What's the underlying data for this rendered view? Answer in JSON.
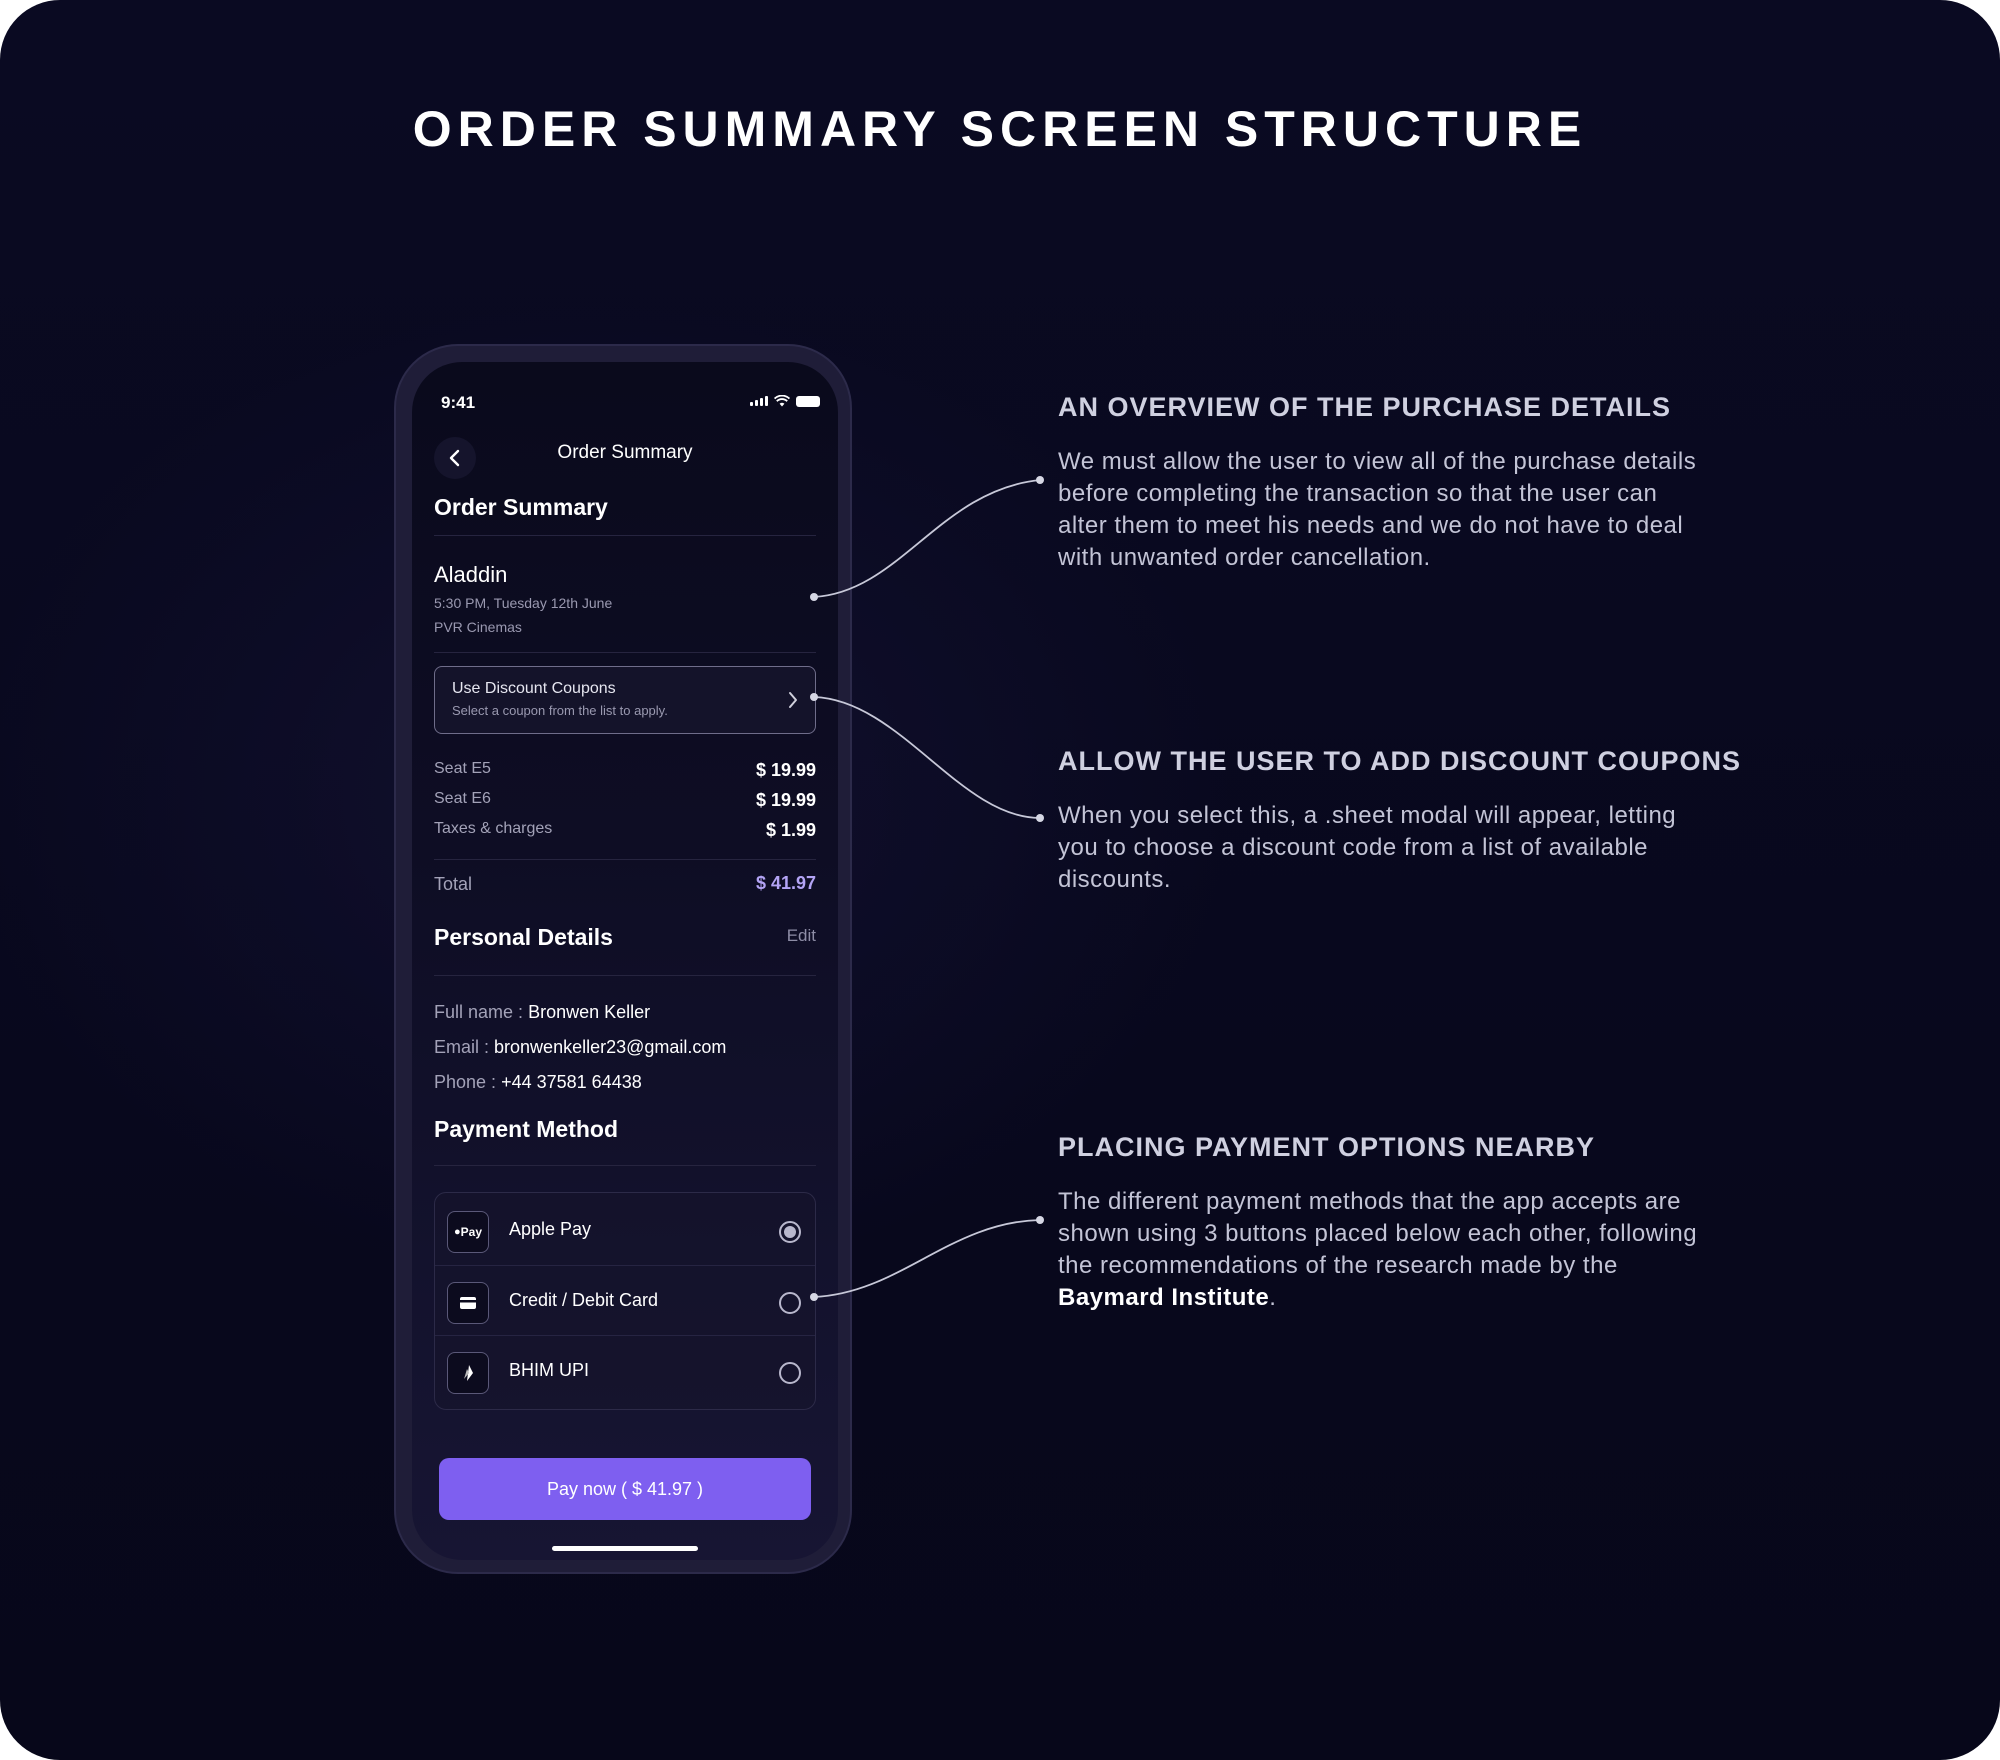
{
  "page": {
    "title": "ORDER SUMMARY SCREEN STRUCTURE"
  },
  "phone": {
    "status_bar": {
      "time": "9:41",
      "icons": [
        "signal-icon",
        "wifi-icon",
        "battery-icon"
      ]
    },
    "nav": {
      "back_icon": "chevron-left-icon",
      "title": "Order Summary"
    },
    "order": {
      "heading": "Order Summary",
      "movie_title": "Aladdin",
      "showtime": "5:30 PM, Tuesday 12th June",
      "venue": "PVR Cinemas"
    },
    "coupon": {
      "title": "Use Discount Coupons",
      "subtitle": "Select a coupon from the list to apply.",
      "icon": "chevron-right-icon"
    },
    "prices": {
      "items": [
        {
          "label": "Seat E5",
          "value": "$ 19.99"
        },
        {
          "label": "Seat E6",
          "value": "$ 19.99"
        },
        {
          "label": "Taxes & charges",
          "value": "$ 1.99"
        }
      ],
      "total_label": "Total",
      "total_value": "$ 41.97"
    },
    "personal": {
      "heading": "Personal Details",
      "edit_label": "Edit",
      "full_name_key": "Full name :",
      "full_name": "Bronwen Keller",
      "email_key": "Email :",
      "email": "bronwenkeller23@gmail.com",
      "phone_key": "Phone :",
      "phone": "+44 37581 64438"
    },
    "payment": {
      "heading": "Payment Method",
      "options": [
        {
          "label": "Apple Pay",
          "icon": "apple-pay-icon",
          "icon_text": "Pay",
          "selected": true
        },
        {
          "label": "Credit / Debit Card",
          "icon": "credit-card-icon",
          "selected": false
        },
        {
          "label": "BHIM UPI",
          "icon": "bhim-upi-icon",
          "selected": false
        }
      ],
      "pay_button": "Pay now ( $ 41.97 )"
    }
  },
  "annotations": [
    {
      "title": "AN OVERVIEW OF THE PURCHASE DETAILS",
      "body": "We must allow the user to view all of the purchase details before completing the transaction so that the user can alter them to meet his needs and we do not have to deal with unwanted order cancellation."
    },
    {
      "title": "ALLOW THE USER TO ADD DISCOUNT COUPONS",
      "body": "When you select this, a .sheet modal will appear, letting you to choose a discount code from a list of available discounts."
    },
    {
      "title": "PLACING PAYMENT OPTIONS NEARBY",
      "body_prefix": "The different payment methods that the app accepts are shown using 3 buttons placed below each other, following the recommendations of the research made by the ",
      "body_strong": "Baymard Institute",
      "body_suffix": "."
    }
  ],
  "colors": {
    "background": "#0a0a22",
    "accent": "#7e5ff0",
    "total_accent": "#b3a4f5",
    "connector": "#c7c8d8"
  }
}
